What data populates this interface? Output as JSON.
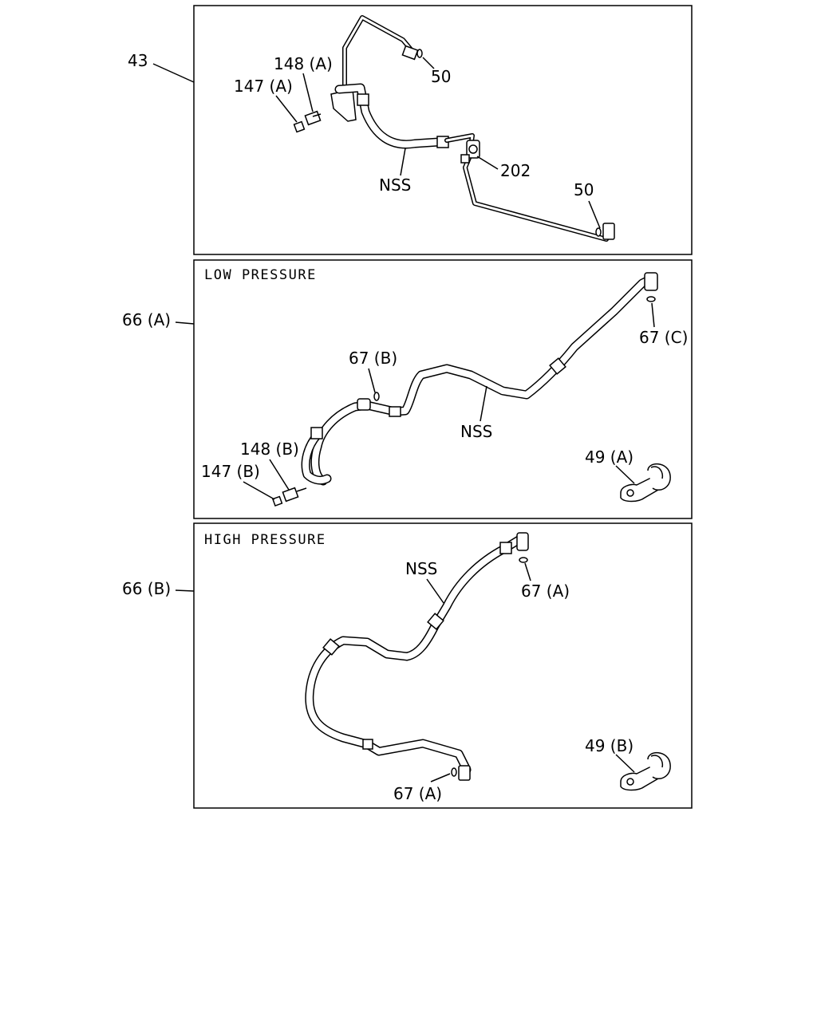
{
  "panels": {
    "top": {
      "callout": "43",
      "labels": {
        "p148a": "148 (A)",
        "p147a": "147 (A)",
        "p50_top": "50",
        "p50_bottom": "50",
        "p202": "202",
        "nss": "NSS"
      }
    },
    "low": {
      "callout": "66 (A)",
      "header": "LOW PRESSURE",
      "labels": {
        "p67b": "67 (B)",
        "p67c": "67 (C)",
        "nss": "NSS",
        "p148b": "148 (B)",
        "p147b": "147 (B)",
        "p49a": "49 (A)"
      }
    },
    "high": {
      "callout": "66 (B)",
      "header": "HIGH PRESSURE",
      "labels": {
        "nss": "NSS",
        "p67a_top": "67 (A)",
        "p67a_bottom": "67 (A)",
        "p49b": "49 (B)"
      }
    }
  }
}
